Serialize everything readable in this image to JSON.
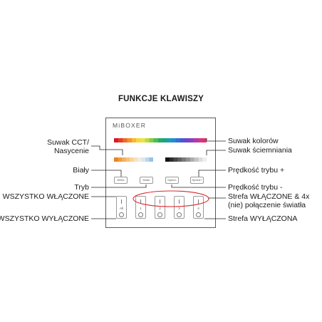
{
  "title": "FUNKCJE KLAWISZY",
  "brand": "MiBOXER",
  "colors": {
    "line": "#222222",
    "highlight": "#d9262b",
    "panel_border": "#5a5a5a",
    "rainbow": [
      "#d7192b",
      "#ea3a26",
      "#f2682a",
      "#f7922b",
      "#fbb534",
      "#f9d63b",
      "#e8e63f",
      "#b9dc43",
      "#83cc47",
      "#4fbd4d",
      "#2aa760",
      "#1ca28a",
      "#1f9cb3",
      "#2a88d0",
      "#3570d6",
      "#4b59d0",
      "#6a47c8",
      "#8a3fc0",
      "#b03aa9",
      "#d0378c",
      "#e13169"
    ],
    "cct": [
      "#e8851d",
      "#ee9a40",
      "#f3b05f",
      "#f6c27c",
      "#f8d39b",
      "#f7e1bd",
      "#f4ebe0",
      "#d9e7f2",
      "#b9d7ef",
      "#93c3ea"
    ],
    "dimmer": [
      "#141414",
      "#2e2e2e",
      "#484848",
      "#616161",
      "#7a7a7a",
      "#939393",
      "#acacac",
      "#c4c4c4",
      "#dcdcdc",
      "#eeeeee"
    ]
  },
  "labels": {
    "cct_slider": "Suwak CCT/\nNasycenie",
    "white": "Biały",
    "mode": "Tryb",
    "all_on": "WSZYSTKO WŁĄCZONE",
    "all_off": "WSZYSTKO WYŁĄCZONE",
    "color_slider": "Suwak kolorów",
    "dimmer_slider": "Suwak ściemniania",
    "speed_plus": "Prędkość trybu +",
    "speed_minus": "Prędkość trybu -",
    "zone_on": "Strefa WŁĄCZONE & 4x\n(nie) połączenie światła",
    "zone_off": "Strefa WYŁĄCZONA"
  },
  "buttons": {
    "white": "White",
    "mode": "Mode",
    "speed_minus": "Speed-",
    "speed_plus": "Speed+"
  },
  "zones": [
    {
      "label": "All"
    },
    {
      "label": "1"
    },
    {
      "label": "2"
    },
    {
      "label": "3"
    },
    {
      "label": "4"
    }
  ]
}
